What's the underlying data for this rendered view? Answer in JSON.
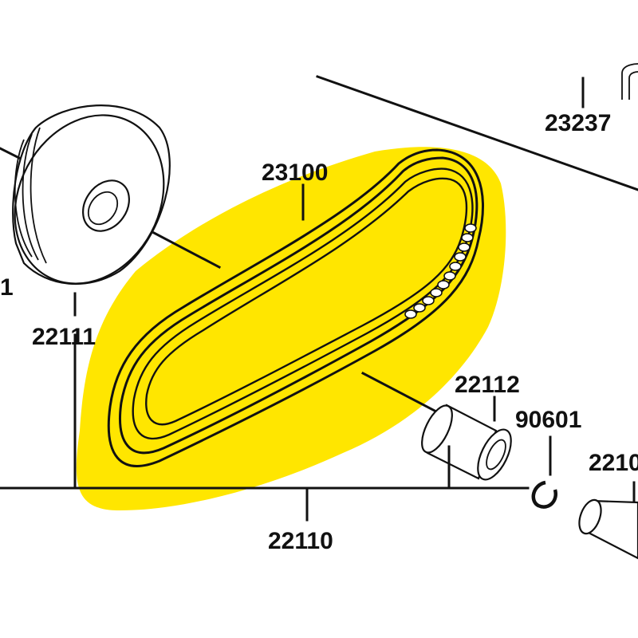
{
  "diagram": {
    "highlight_color": "#ffe600",
    "line_color": "#111111",
    "background": "#ffffff",
    "labels": {
      "p23237": "23237",
      "p23100": "23100",
      "p22111": "22111",
      "p22112": "22112",
      "p90601": "90601",
      "p2210x": "2210",
      "p22110": "22110",
      "left_cut": "1"
    },
    "parts": [
      {
        "id": "23237",
        "icon": "bracket-icon"
      },
      {
        "id": "23100",
        "icon": "drive-belt-icon"
      },
      {
        "id": "22111",
        "icon": "pulley-sheave-icon"
      },
      {
        "id": "22112",
        "icon": "collar-icon"
      },
      {
        "id": "90601",
        "icon": "circlip-icon"
      },
      {
        "id": "22110",
        "icon": "assembly-bracket-icon"
      },
      {
        "id": "2210",
        "icon": "shaft-icon"
      }
    ]
  }
}
